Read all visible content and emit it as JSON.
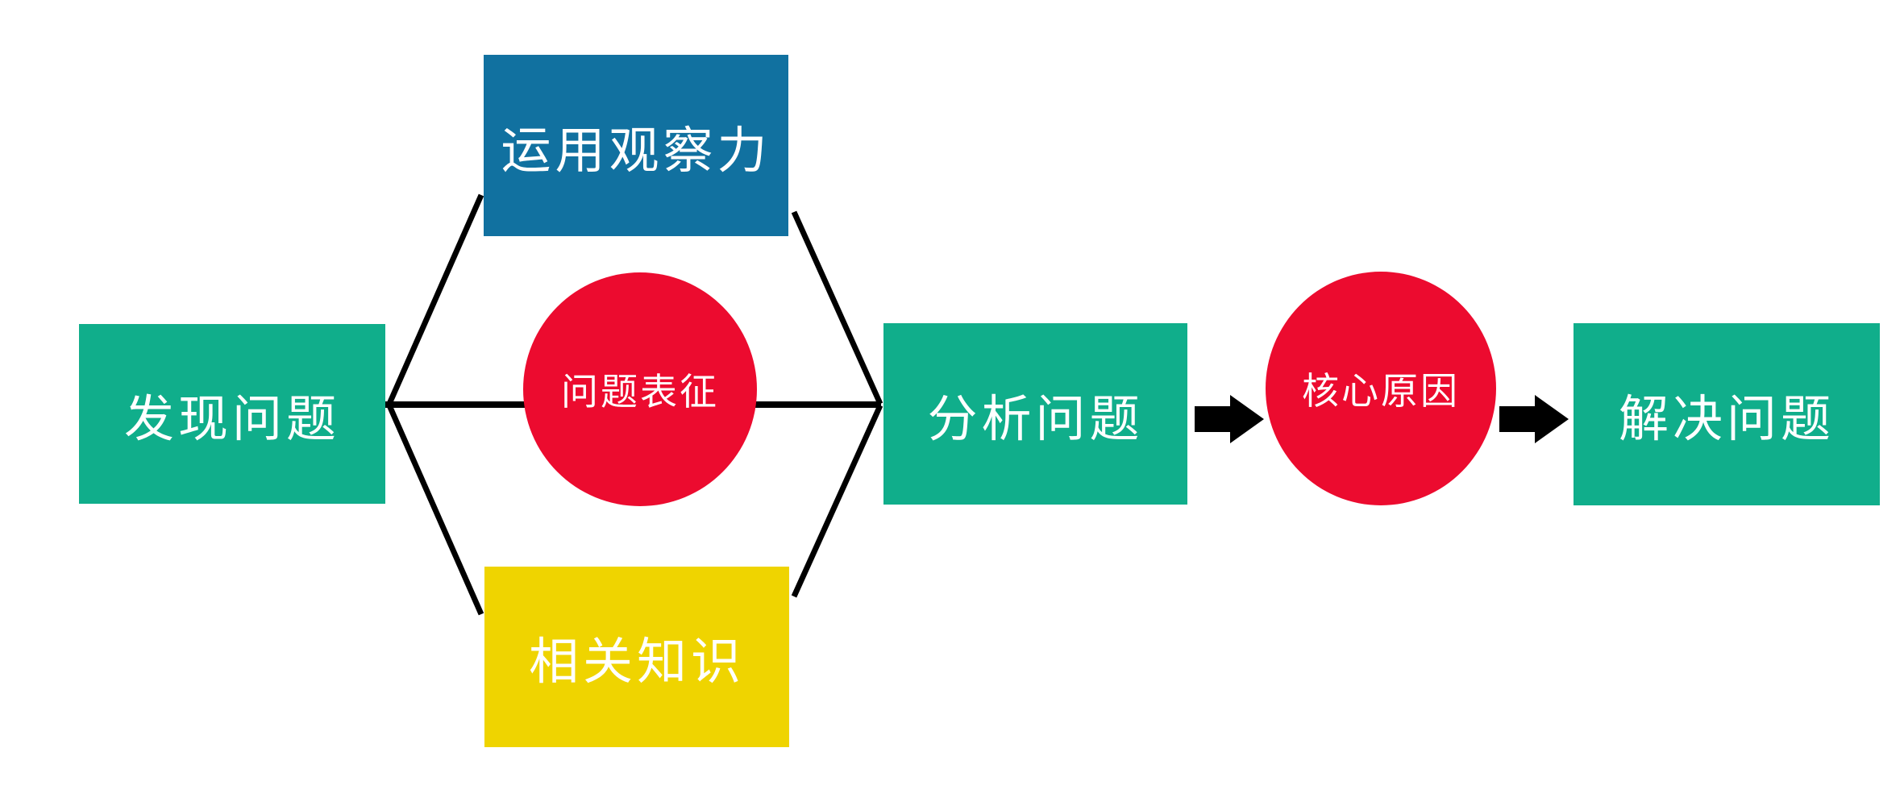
{
  "palette": {
    "background": "#FFFFFF",
    "green": "#10AE8B",
    "blue": "#1171A0",
    "red": "#EC0B2F",
    "yellow": "#EFD400",
    "connector": "#000000",
    "arrow": "#000000",
    "label_text": "#FFFFFF"
  },
  "nodes": {
    "discover": {
      "label": "发现问题",
      "shape": "rectangle",
      "color": "green"
    },
    "observe": {
      "label": "运用观察力",
      "shape": "rectangle",
      "color": "blue"
    },
    "representation": {
      "label": "问题表征",
      "shape": "circle",
      "color": "red"
    },
    "knowledge": {
      "label": "相关知识",
      "shape": "rectangle",
      "color": "yellow"
    },
    "analyze": {
      "label": "分析问题",
      "shape": "rectangle",
      "color": "green"
    },
    "cause": {
      "label": "核心原因",
      "shape": "circle",
      "color": "red"
    },
    "solve": {
      "label": "解决问题",
      "shape": "rectangle",
      "color": "green"
    }
  },
  "icons": {
    "flow_arrow": "black-right-arrow"
  }
}
